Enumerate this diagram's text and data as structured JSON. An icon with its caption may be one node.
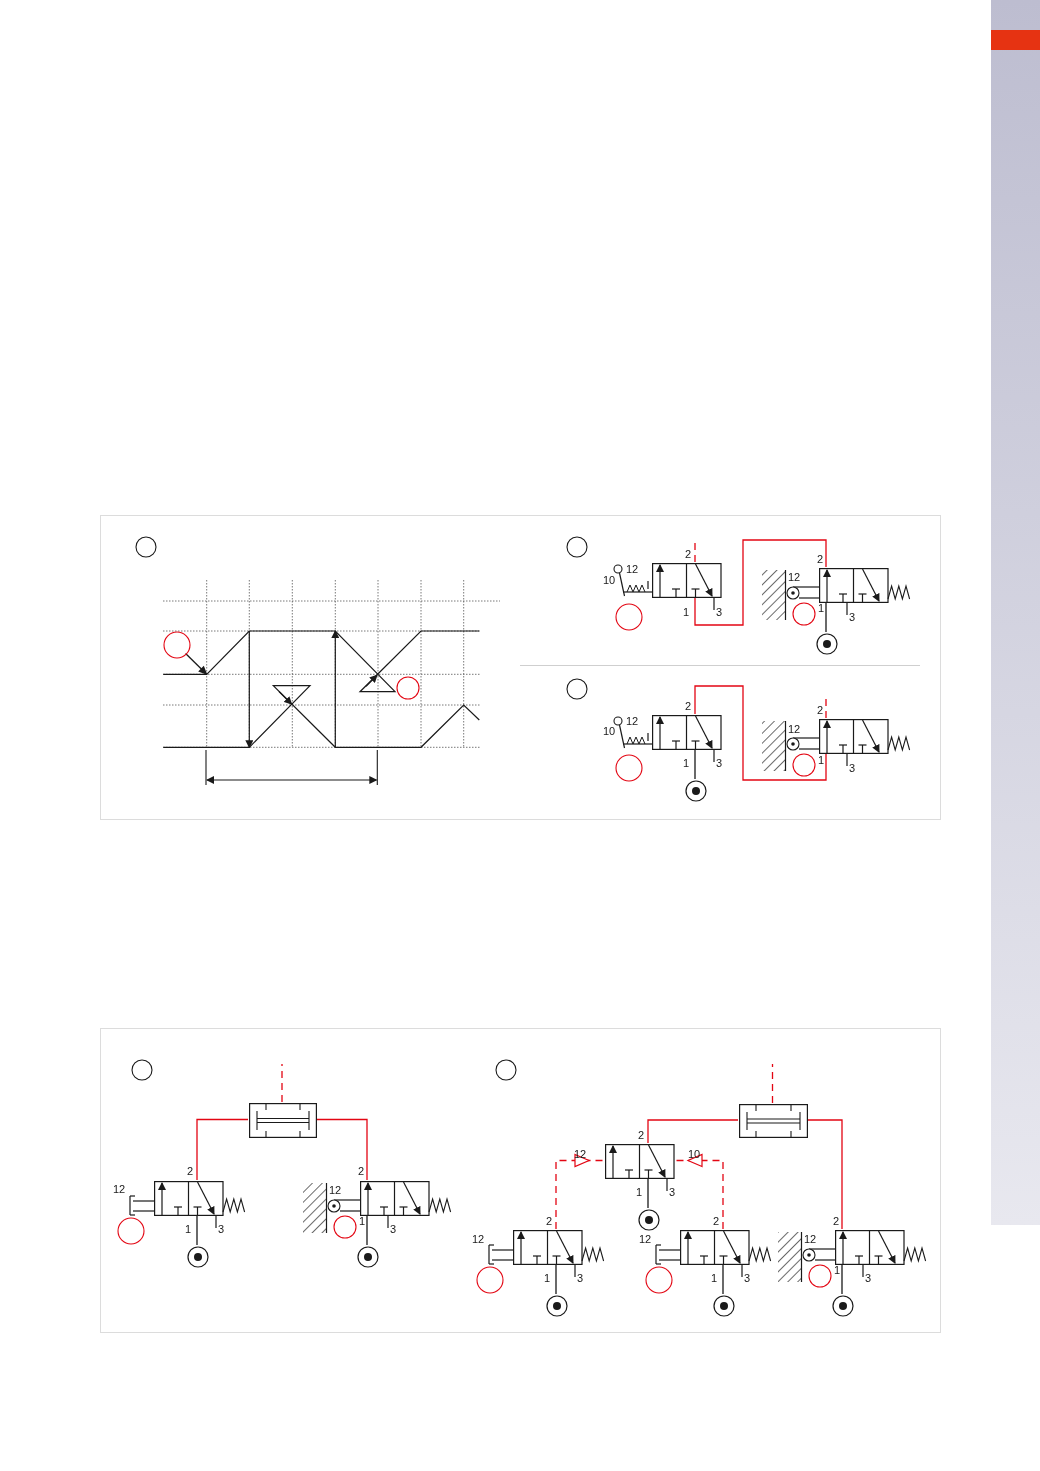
{
  "diagram": {
    "nodes": [
      {
        "text": [],
        "shape": "box"
      },
      {
        "text": [],
        "shape": "circle",
        "in": 0
      },
      {
        "text": [],
        "shape": "circle",
        "in": 0
      },
      {
        "text": [],
        "shape": "circle",
        "in": 0
      },
      {
        "text": [],
        "shape": "circle",
        "in": 0
      },
      {
        "text": [],
        "shape": "box",
        "in": 0,
        "beside": [
          "2",
          "12",
          "10",
          "1",
          "3"
        ]
      },
      {
        "text": [],
        "shape": "circle",
        "in": 0
      },
      {
        "text": [],
        "shape": "box",
        "in": 0,
        "beside": [
          "2",
          "12",
          "1",
          "3"
        ]
      },
      {
        "text": [],
        "shape": "circle",
        "in": 0
      },
      {
        "text": [],
        "shape": "circle",
        "in": 0
      },
      {
        "text": [],
        "shape": "circle",
        "in": 0
      },
      {
        "text": [],
        "shape": "box",
        "in": 0,
        "beside": [
          "2",
          "12",
          "10",
          "1",
          "3"
        ]
      },
      {
        "text": [],
        "shape": "circle",
        "in": 0
      },
      {
        "text": [],
        "shape": "circle",
        "in": 0
      },
      {
        "text": [],
        "shape": "box",
        "in": 0,
        "beside": [
          "2",
          "12",
          "1",
          "3"
        ]
      },
      {
        "text": [],
        "shape": "circle",
        "in": 0
      },
      {
        "text": [],
        "shape": "box"
      },
      {
        "text": [],
        "shape": "circle",
        "in": 16
      },
      {
        "text": [],
        "shape": "box",
        "in": 16
      },
      {
        "text": [],
        "shape": "box",
        "in": 16,
        "beside": [
          "2",
          "12",
          "1",
          "3"
        ]
      },
      {
        "text": [],
        "shape": "circle",
        "in": 16
      },
      {
        "text": [],
        "shape": "circle",
        "in": 16
      },
      {
        "text": [],
        "shape": "box",
        "in": 16,
        "beside": [
          "2",
          "12",
          "1",
          "3"
        ]
      },
      {
        "text": [],
        "shape": "circle",
        "in": 16
      },
      {
        "text": [],
        "shape": "circle",
        "in": 16
      },
      {
        "text": [],
        "shape": "circle",
        "in": 16
      },
      {
        "text": [],
        "shape": "box",
        "in": 16
      },
      {
        "text": [],
        "shape": "box",
        "in": 16,
        "beside": [
          "2",
          "12",
          "10",
          "1",
          "3"
        ]
      },
      {
        "text": [],
        "shape": "circle",
        "in": 16
      },
      {
        "text": [],
        "shape": "box",
        "in": 16,
        "beside": [
          "2",
          "12",
          "1",
          "3"
        ]
      },
      {
        "text": [],
        "shape": "circle",
        "in": 16
      },
      {
        "text": [],
        "shape": "circle",
        "in": 16
      },
      {
        "text": [],
        "shape": "box",
        "in": 16,
        "beside": [
          "2",
          "12",
          "1",
          "3"
        ]
      },
      {
        "text": [],
        "shape": "circle",
        "in": 16
      },
      {
        "text": [],
        "shape": "circle",
        "in": 16
      },
      {
        "text": [],
        "shape": "box",
        "in": 16,
        "beside": [
          "2",
          "12",
          "1",
          "3"
        ]
      },
      {
        "text": [],
        "shape": "circle",
        "in": 16
      },
      {
        "text": [],
        "shape": "circle",
        "in": 16
      }
    ],
    "edges": [
      {
        "from": 2,
        "to": null,
        "arrow": "to",
        "color": "#1a1a1a"
      },
      {
        "from": 5,
        "to": 7,
        "arrow": "none"
      },
      {
        "from": 9,
        "to": 7,
        "arrow": "none",
        "color": "#1a1a1a"
      },
      {
        "from": 5,
        "to": null,
        "arrow": "none",
        "style": "dashed"
      },
      {
        "from": 11,
        "to": 14,
        "arrow": "none"
      },
      {
        "from": 13,
        "to": 11,
        "arrow": "none",
        "color": "#1a1a1a"
      },
      {
        "from": 14,
        "to": null,
        "arrow": "none",
        "style": "dashed"
      },
      {
        "from": 18,
        "to": null,
        "arrow": "none",
        "style": "dashed"
      },
      {
        "from": 19,
        "to": 18,
        "arrow": "none"
      },
      {
        "from": 22,
        "to": 18,
        "arrow": "none"
      },
      {
        "from": 21,
        "to": 19,
        "arrow": "none",
        "color": "#1a1a1a"
      },
      {
        "from": 24,
        "to": 22,
        "arrow": "none",
        "color": "#1a1a1a"
      },
      {
        "from": 26,
        "to": null,
        "arrow": "none",
        "style": "dashed"
      },
      {
        "from": 27,
        "to": 26,
        "arrow": "none"
      },
      {
        "from": 35,
        "to": 26,
        "arrow": "none"
      },
      {
        "from": 29,
        "to": 27,
        "arrow": "to",
        "style": "dashed"
      },
      {
        "from": 32,
        "to": 27,
        "arrow": "to",
        "style": "dashed"
      },
      {
        "from": 28,
        "to": 27,
        "arrow": "none",
        "color": "#1a1a1a"
      },
      {
        "from": 31,
        "to": 29,
        "arrow": "none",
        "color": "#1a1a1a"
      },
      {
        "from": 34,
        "to": 32,
        "arrow": "none",
        "color": "#1a1a1a"
      },
      {
        "from": 37,
        "to": 35,
        "arrow": "none",
        "color": "#1a1a1a"
      }
    ]
  }
}
